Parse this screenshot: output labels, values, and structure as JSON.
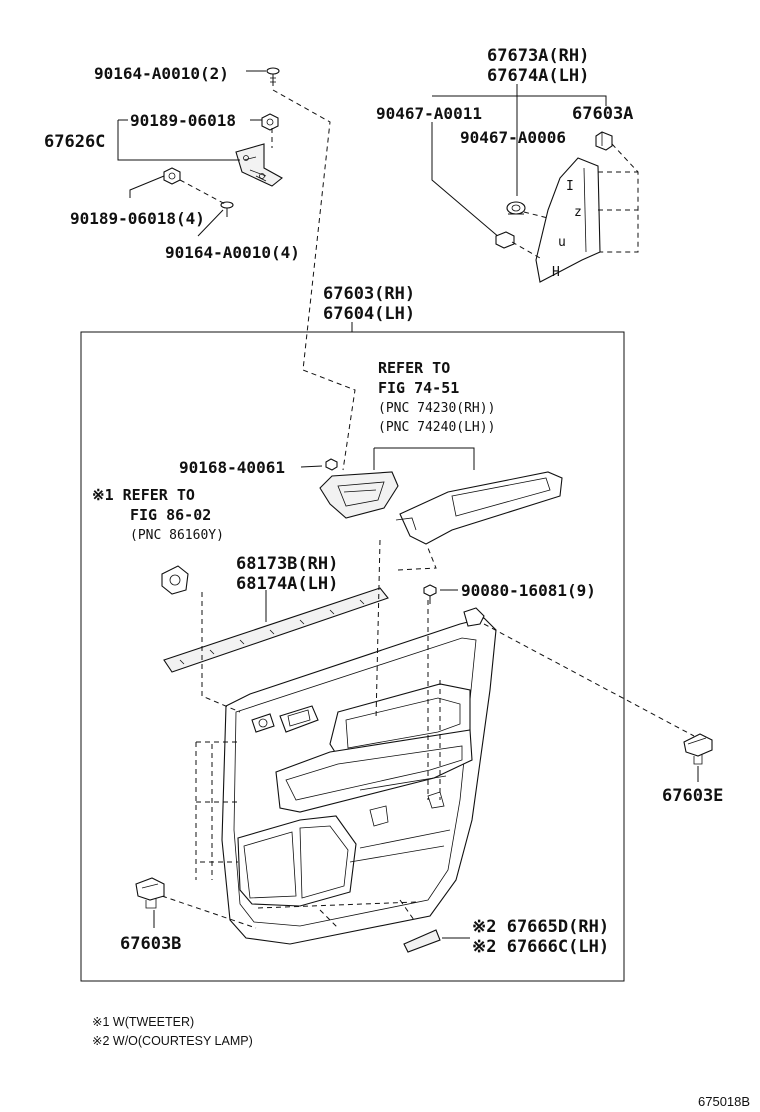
{
  "labels": {
    "p90164_top": "90164-A0010(2)",
    "p90189_top": "90189-06018",
    "p67626c": "67626C",
    "p90189_bot": "90189-06018(4)",
    "p90164_bot": "90164-A0010(4)",
    "p67673a": "67673A(RH)",
    "p67674a": "67674A(LH)",
    "p90467_11": "90467-A0011",
    "p67603a": "67603A",
    "p90467_06": "90467-A0006",
    "p67603rh": "67603(RH)",
    "p67604lh": "67604(LH)",
    "ref1_line1": "REFER TO",
    "ref1_line2": "FIG 74-51",
    "ref1_line3": "(PNC 74230(RH))",
    "ref1_line4": "(PNC 74240(LH))",
    "p90168": "90168-40061",
    "ref2_line1": "※1 REFER TO",
    "ref2_line2": "FIG 86-02",
    "ref2_line3": "(PNC 86160Y)",
    "p68173b": "68173B(RH)",
    "p68174a": "68174A(LH)",
    "p90080": "90080-16081(9)",
    "p67603e": "67603E",
    "p67603b": "67603B",
    "p67665d": "※2 67665D(RH)",
    "p67666c": "※2 67666C(LH)"
  },
  "notes": {
    "note1": "※1 W(TWEETER)",
    "note2": "※2 W/O(COURTESY LAMP)"
  },
  "figure_id": "675018B"
}
